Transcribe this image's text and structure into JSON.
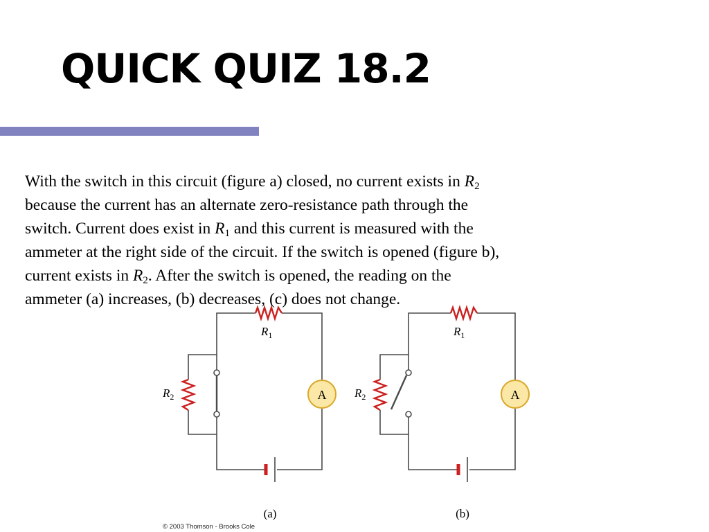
{
  "slide": {
    "title": "QUICK QUIZ 18.2",
    "accent_color": "#8083bf"
  },
  "question": {
    "line1_text": "With the switch in this circuit (figure a) closed, no current exists in ",
    "line1_sym": "R",
    "line1_sub": "2",
    "line2": "because the current has an alternate zero-resistance path through the",
    "line3_a": "switch. Current does exist in ",
    "line3_sym": "R",
    "line3_sub": "1",
    "line3_b": " and this current is measured with the",
    "line4": "ammeter at the right side of the circuit. If the switch is opened (figure b),",
    "line5_a": "current exists in ",
    "line5_sym": "R",
    "line5_sub": "2",
    "line5_b": ". After the switch is opened, the reading on the",
    "line6": "ammeter (a) increases, (b) decreases, (c) does not change."
  },
  "figure": {
    "resistor_color": "#cc1f1f",
    "meter_fill": "#fbe8a6",
    "meter_stroke": "#d9a829",
    "wire_color": "#4a4a4a",
    "circuit_a": {
      "r1_symbol": "R",
      "r1_sub": "1",
      "r2_symbol": "R",
      "r2_sub": "2",
      "meter_label": "A",
      "caption": "(a)",
      "switch_state": "closed"
    },
    "circuit_b": {
      "r1_symbol": "R",
      "r1_sub": "1",
      "r2_symbol": "R",
      "r2_sub": "2",
      "meter_label": "A",
      "caption": "(b)",
      "switch_state": "open"
    },
    "copyright": "© 2003 Thomson - Brooks Cole"
  }
}
